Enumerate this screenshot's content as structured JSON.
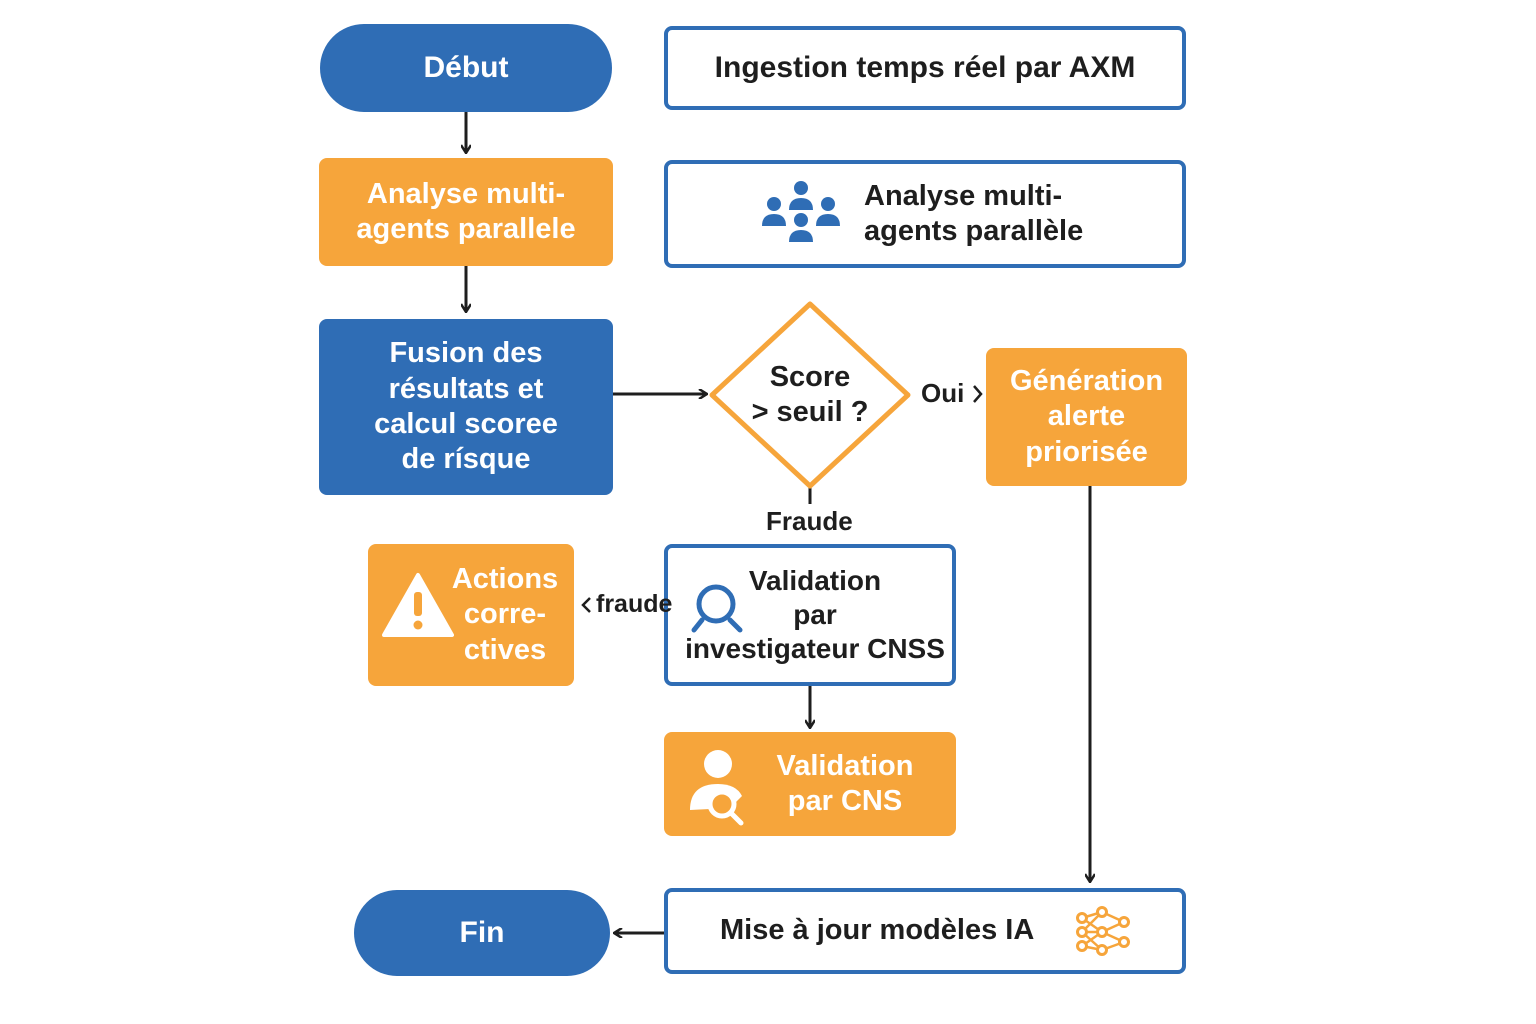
{
  "nodes": {
    "start": "Début",
    "ingestion": "Ingestion temps réel par AXM",
    "analysis_left": "Analyse multi-\nagents parallele",
    "analysis_right": "Analyse multi-\nagents parallèle",
    "fusion": "Fusion des\nrésultats et\ncalcul scoree\nde rísque",
    "decision": "Score\n> seuil ?",
    "alert": "Génération\nalerte\npriorisée",
    "investigator": "Validation\npar\ninvestigateur CNSS",
    "actions": "Actions\ncorre-\nctives",
    "cns": "Validation\npar CNS",
    "update": "Mise à jour modèles IA",
    "end": "Fin"
  },
  "edge_labels": {
    "yes": "Oui",
    "fraud_down": "Fraude",
    "fraud_left": "fraude"
  },
  "icons": {
    "analysis": "people-group-icon",
    "investigator": "magnifier-icon",
    "actions": "warning-icon",
    "cns": "user-search-icon",
    "update": "neural-network-icon"
  },
  "colors": {
    "blue": "#2f6db5",
    "orange": "#f6a53b",
    "text": "#1e1e1e"
  }
}
